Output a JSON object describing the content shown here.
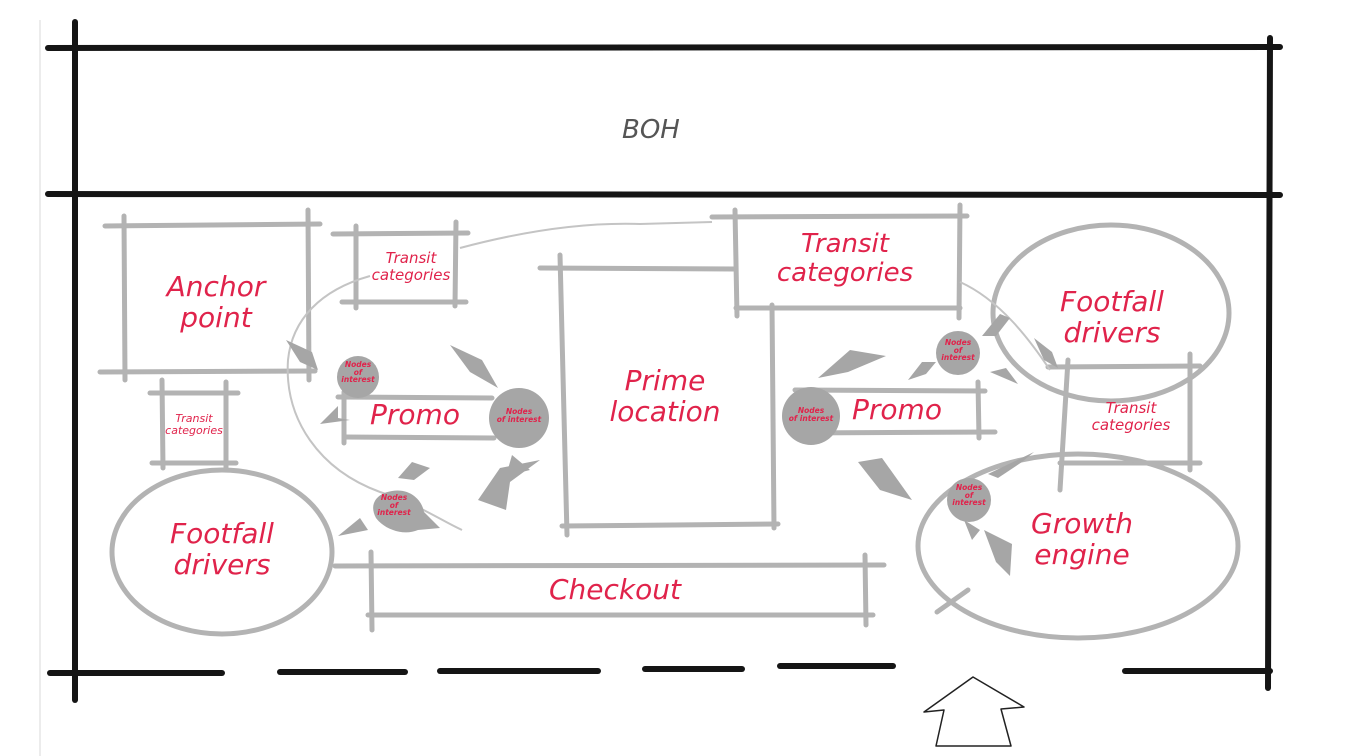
{
  "zones": {
    "back_of_house": "BOH",
    "anchor_point": "Anchor\npoint",
    "transit_top_left": "Transit\ncategories",
    "transit_left": "Transit\ncategories",
    "transit_top_right": "Transit\ncategories",
    "transit_right": "Transit\ncategories",
    "footfall_left": "Footfall\ndrivers",
    "footfall_right": "Footfall\ndrivers",
    "prime_location": "Prime\nlocation",
    "promo_left": "Promo",
    "promo_right": "Promo",
    "checkout": "Checkout",
    "growth_engine": "Growth\nengine",
    "nodes_label_two_line": "Nodes\nof interest",
    "nodes_label_three_line": "Nodes\nof\ninterest"
  },
  "colors": {
    "label": "#e0234b",
    "wall": "#151515",
    "fixture": "#b3b3b3",
    "boh_text": "#555555"
  }
}
